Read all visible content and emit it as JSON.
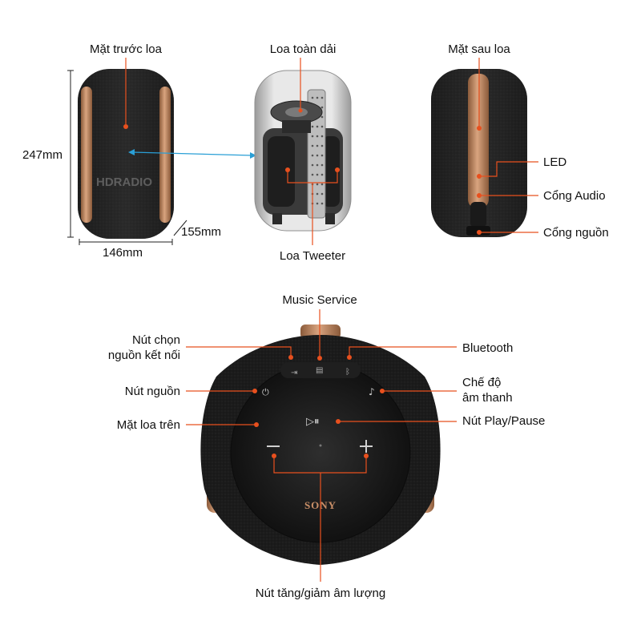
{
  "front": {
    "label": "Mặt trước loa",
    "height_label": "247mm",
    "width_label": "146mm",
    "depth_label": "155mm",
    "watermark": "HDRADIO"
  },
  "cutaway": {
    "fullrange_label": "Loa toàn dải",
    "tweeter_label": "Loa Tweeter"
  },
  "back": {
    "label": "Mặt sau loa",
    "led_label": "LED",
    "audio_port_label": "Cổng Audio",
    "power_port_label": "Cổng nguồn"
  },
  "top": {
    "music_service_label": "Music Service",
    "source_select_label_line1": "Nút chọn",
    "source_select_label_line2": "nguồn kết nối",
    "power_button_label": "Nút nguồn",
    "top_face_label": "Mặt loa trên",
    "bluetooth_label": "Bluetooth",
    "sound_mode_label_line1": "Chế độ",
    "sound_mode_label_line2": "âm thanh",
    "play_pause_label": "Nút Play/Pause",
    "volume_label": "Nút tăng/giảm âm lượng",
    "brand_text": "SONY"
  },
  "colors": {
    "accent": "#e8501e",
    "speaker_body": "#262626",
    "copper": "#c98f68",
    "leader_blue": "#2a9fd6"
  },
  "icons": [
    "power-icon",
    "source-icon",
    "music-service-icon",
    "bluetooth-icon",
    "sound-mode-icon",
    "play-pause-icon",
    "minus-icon",
    "plus-icon"
  ]
}
